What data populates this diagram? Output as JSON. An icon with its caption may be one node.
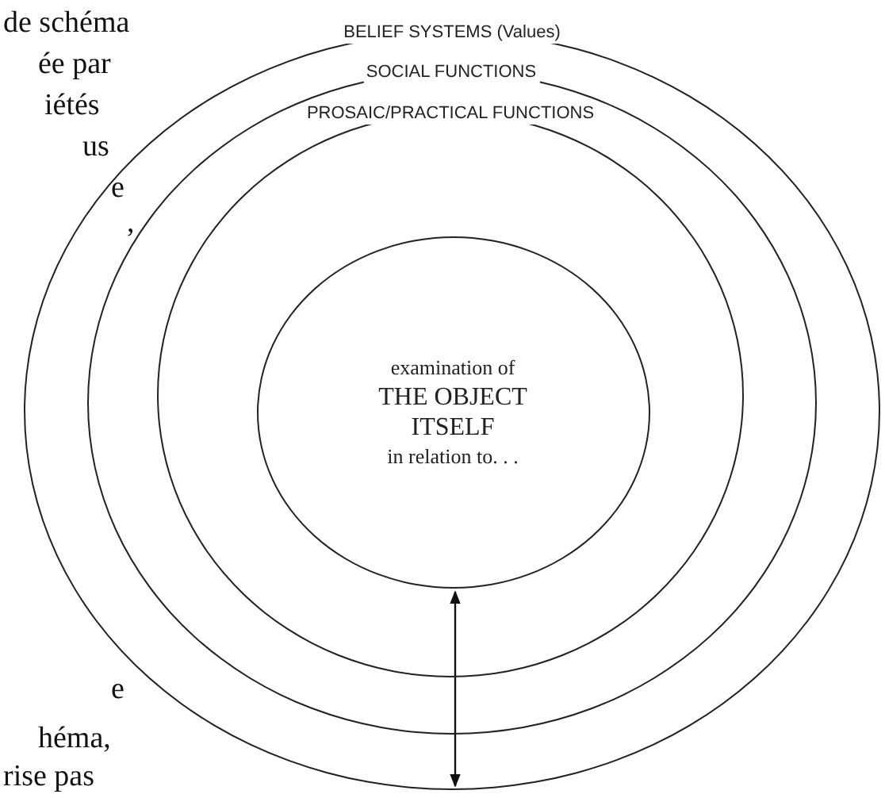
{
  "diagram": {
    "nodes": [
      {
        "text": [
          "BELIEF SYSTEMS (Values)"
        ]
      },
      {
        "text": [
          "SOCIAL FUNCTIONS"
        ],
        "in": 0
      },
      {
        "text": [
          "PROSAIC/PRACTICAL FUNCTIONS"
        ],
        "in": 1
      },
      {
        "text": [
          "examination of",
          "THE OBJECT ITSELF",
          "in relation to. . ."
        ],
        "in": 2
      }
    ],
    "edges": [
      {
        "from": 3,
        "to": 0,
        "arrow": "both"
      }
    ],
    "labels": [
      "de schéma",
      "ée par",
      "iétés",
      "us",
      "e",
      ",",
      "e",
      "héma,",
      "rise pas"
    ]
  }
}
